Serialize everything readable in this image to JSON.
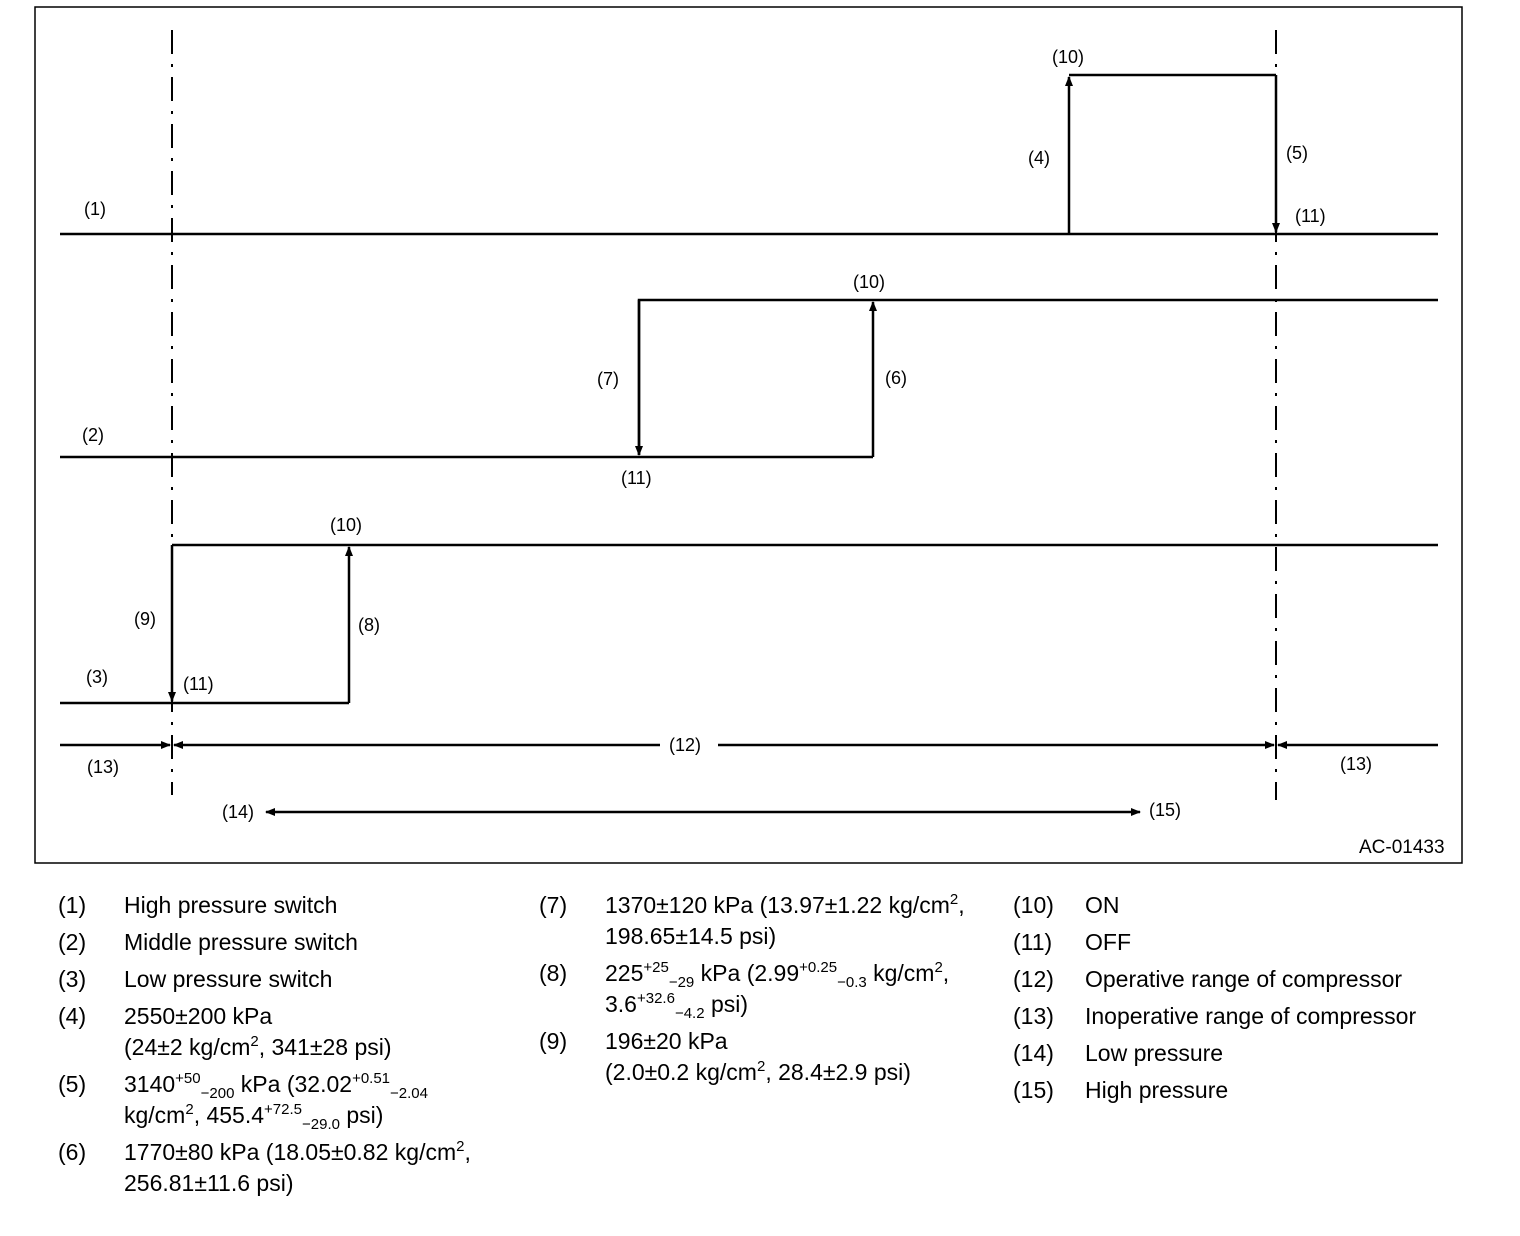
{
  "diagram": {
    "code": "AC-01433",
    "labels": {
      "l1": "(1)",
      "l2": "(2)",
      "l3": "(3)",
      "l4": "(4)",
      "l5": "(5)",
      "l6": "(6)",
      "l7": "(7)",
      "l8": "(8)",
      "l9": "(9)",
      "on": "(10)",
      "off": "(11)",
      "l12": "(12)",
      "l13": "(13)",
      "l14": "(14)",
      "l15": "(15)"
    }
  },
  "legend": {
    "col1": [
      {
        "num": "(1)",
        "text": "High pressure switch"
      },
      {
        "num": "(2)",
        "text": "Middle pressure switch"
      },
      {
        "num": "(3)",
        "text": "Low pressure switch"
      },
      {
        "num": "(4)",
        "line1": "2550±200 kPa",
        "l2a": "(24±2 kg/cm",
        "l2sup": "2",
        "l2b": ", 341±28 psi)"
      },
      {
        "num": "(5)",
        "a": "3140",
        "a_sup": "+50",
        "a_sub": "−200",
        "b": " kPa (32.02",
        "b_sup": "+0.51",
        "b_sub": "−2.04",
        "c": "kg/cm",
        "c_sup": "2",
        "d": ", 455.4",
        "d_sup": "+72.5",
        "d_sub": "−29.0",
        "e": " psi)"
      },
      {
        "num": "(6)",
        "a": "1770±80 kPa (18.05±0.82 kg/cm",
        "a_sup": "2",
        "b": ",",
        "line2": "256.81±11.6 psi)"
      }
    ],
    "col2": [
      {
        "num": "(7)",
        "a": "1370±120 kPa (13.97±1.22 kg/cm",
        "a_sup": "2",
        "b": ",",
        "line2": "198.65±14.5 psi)"
      },
      {
        "num": "(8)",
        "a": "225",
        "a_sup": "+25",
        "a_sub": "−29",
        "b": " kPa (2.99",
        "b_sup": "+0.25",
        "b_sub": "−0.3",
        "c": " kg/cm",
        "c_sup": "2",
        "d": ",",
        "e": "3.6",
        "e_sup": "+32.6",
        "e_sub": "−4.2",
        "f": " psi)"
      },
      {
        "num": "(9)",
        "line1": "196±20 kPa",
        "l2a": "(2.0±0.2 kg/cm",
        "l2sup": "2",
        "l2b": ", 28.4±2.9 psi)"
      }
    ],
    "col3": [
      {
        "num": "(10)",
        "text": "ON"
      },
      {
        "num": "(11)",
        "text": "OFF"
      },
      {
        "num": "(12)",
        "text": "Operative range of compressor"
      },
      {
        "num": "(13)",
        "text": "Inoperative range of compressor"
      },
      {
        "num": "(14)",
        "text": "Low pressure"
      },
      {
        "num": "(15)",
        "text": "High pressure"
      }
    ]
  }
}
